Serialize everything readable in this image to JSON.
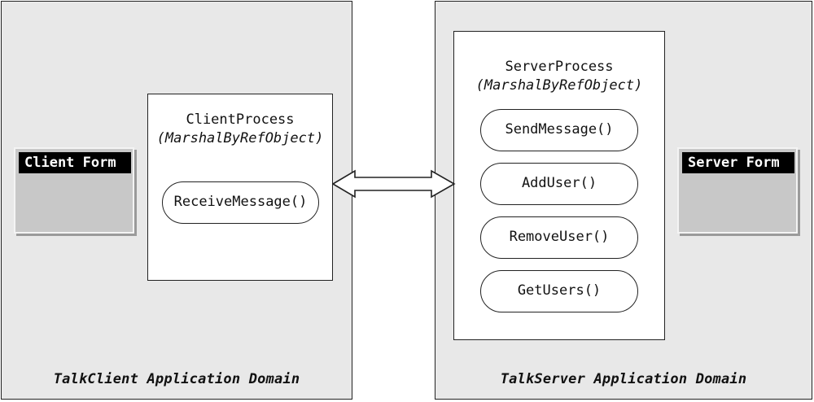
{
  "client_domain": {
    "label": "TalkClient Application Domain",
    "form_title": "Client Form",
    "process": {
      "title": "ClientProcess",
      "subtitle": "(MarshalByRefObject)",
      "methods": [
        "ReceiveMessage()"
      ]
    }
  },
  "server_domain": {
    "label": "TalkServer Application Domain",
    "form_title": "Server Form",
    "process": {
      "title": "ServerProcess",
      "subtitle": "(MarshalByRefObject)",
      "methods": [
        "SendMessage()",
        "AddUser()",
        "RemoveUser()",
        "GetUsers()"
      ]
    }
  },
  "colors": {
    "domain_background": "#e8e8e8",
    "form_body": "#c8c8c8",
    "form_title_bar": "#000000"
  }
}
